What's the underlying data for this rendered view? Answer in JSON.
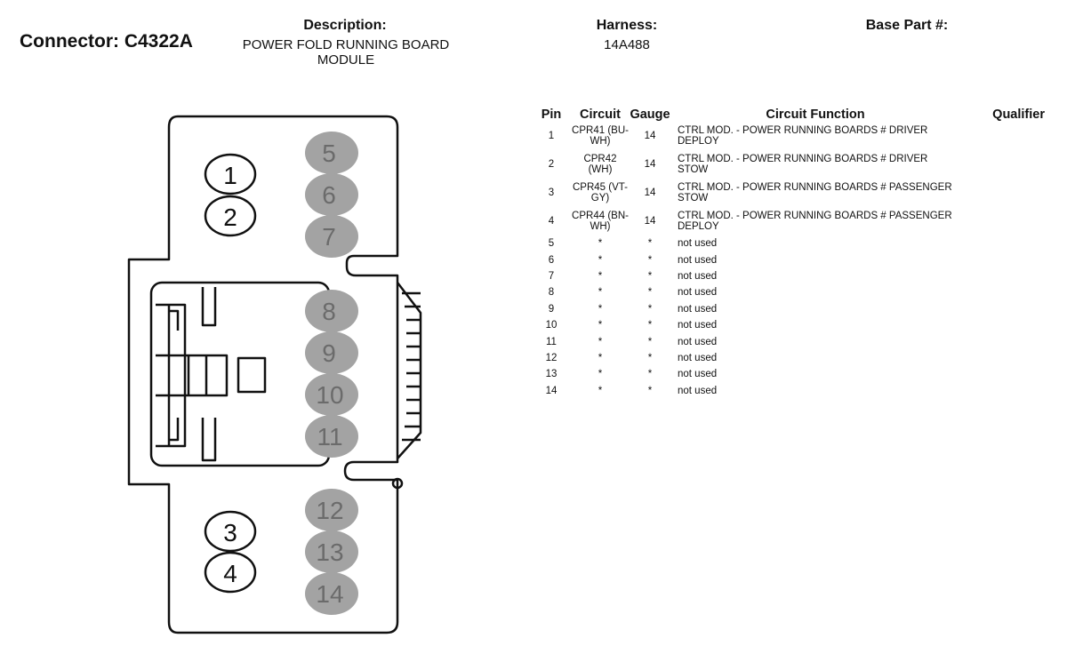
{
  "header": {
    "connector_label": "Connector: C4322A",
    "description_heading": "Description:",
    "description_value": "POWER FOLD RUNNING BOARD MODULE",
    "harness_heading": "Harness:",
    "harness_value": "14A488",
    "base_part_heading": "Base Part #:",
    "base_part_value": ""
  },
  "diagram": {
    "white_pins": [
      "1",
      "2",
      "3",
      "4"
    ],
    "grey_pins": [
      "5",
      "6",
      "7",
      "8",
      "9",
      "10",
      "11",
      "12",
      "13",
      "14"
    ],
    "grey_pin_color": "#a3a3a3",
    "grey_pin_text_color": "#6b6b6b"
  },
  "table": {
    "headers": {
      "pin": "Pin",
      "circuit": "Circuit",
      "gauge": "Gauge",
      "function": "Circuit Function",
      "qualifier": "Qualifier"
    },
    "rows": [
      {
        "pin": "1",
        "circuit": "CPR41 (BU-WH)",
        "gauge": "14",
        "function": "CTRL MOD. - POWER RUNNING BOARDS # DRIVER DEPLOY",
        "qualifier": ""
      },
      {
        "pin": "2",
        "circuit": "CPR42 (WH)",
        "gauge": "14",
        "function": "CTRL MOD. - POWER RUNNING BOARDS # DRIVER STOW",
        "qualifier": ""
      },
      {
        "pin": "3",
        "circuit": "CPR45 (VT-GY)",
        "gauge": "14",
        "function": "CTRL MOD. - POWER RUNNING BOARDS # PASSENGER STOW",
        "qualifier": ""
      },
      {
        "pin": "4",
        "circuit": "CPR44 (BN-WH)",
        "gauge": "14",
        "function": "CTRL MOD. - POWER RUNNING BOARDS # PASSENGER DEPLOY",
        "qualifier": ""
      },
      {
        "pin": "5",
        "circuit": "*",
        "gauge": "*",
        "function": "not used",
        "qualifier": ""
      },
      {
        "pin": "6",
        "circuit": "*",
        "gauge": "*",
        "function": "not used",
        "qualifier": ""
      },
      {
        "pin": "7",
        "circuit": "*",
        "gauge": "*",
        "function": "not used",
        "qualifier": ""
      },
      {
        "pin": "8",
        "circuit": "*",
        "gauge": "*",
        "function": "not used",
        "qualifier": ""
      },
      {
        "pin": "9",
        "circuit": "*",
        "gauge": "*",
        "function": "not used",
        "qualifier": ""
      },
      {
        "pin": "10",
        "circuit": "*",
        "gauge": "*",
        "function": "not used",
        "qualifier": ""
      },
      {
        "pin": "11",
        "circuit": "*",
        "gauge": "*",
        "function": "not used",
        "qualifier": ""
      },
      {
        "pin": "12",
        "circuit": "*",
        "gauge": "*",
        "function": "not used",
        "qualifier": ""
      },
      {
        "pin": "13",
        "circuit": "*",
        "gauge": "*",
        "function": "not used",
        "qualifier": ""
      },
      {
        "pin": "14",
        "circuit": "*",
        "gauge": "*",
        "function": "not used",
        "qualifier": ""
      }
    ]
  }
}
